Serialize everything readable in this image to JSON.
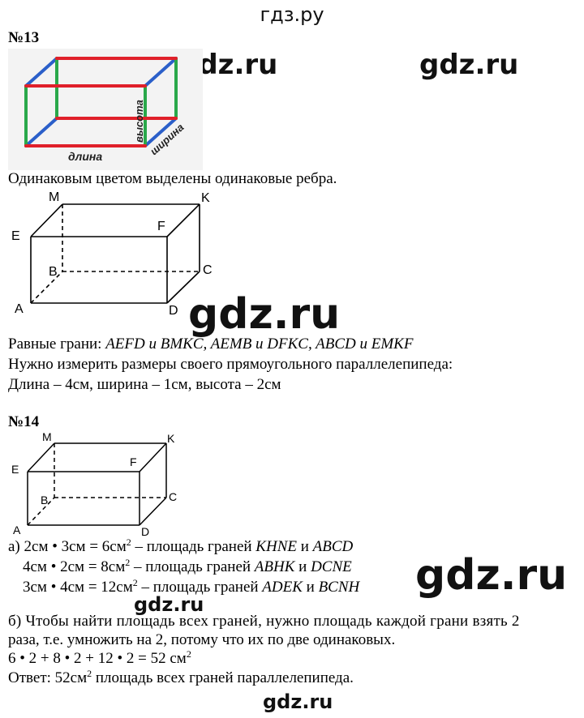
{
  "header": {
    "site": "гдз.ру"
  },
  "watermarks": [
    "gdz.ru",
    "gdz.ru",
    "gdz.ru",
    "gdz.ru",
    "gdz.ru",
    "gdz.ru"
  ],
  "task13": {
    "number": "№13",
    "box_labels": {
      "length": "длина",
      "width": "ширина",
      "height": "высота"
    },
    "edge_colors": {
      "length": "#e0202a",
      "width": "#2b5fc9",
      "height": "#2aa84a"
    },
    "colored_note": "Одинаковым цветом выделены одинаковые ребра.",
    "vertices": {
      "M": "M",
      "K": "K",
      "E": "E",
      "F": "F",
      "B": "B",
      "C": "C",
      "A": "A",
      "D": "D"
    },
    "faces_label": "Равные грани: ",
    "faces_value": "AEFD и BMKC, AEMB и DFKC, ABCD и EMKF",
    "measure_note": "Нужно измерить размеры своего прямоугольного параллелепипеда:",
    "dimensions": "Длина – 4см, ширина – 1см, высота – 2см"
  },
  "task14": {
    "number": "№14",
    "vertices": {
      "M": "M",
      "K": "K",
      "E": "E",
      "F": "F",
      "B": "B",
      "C": "C",
      "A": "A",
      "D": "D"
    },
    "lines": [
      {
        "expr": "а) 2см • 3см = 6см",
        "sup": "2",
        "rest": " – площадь граней ",
        "faces": [
          "KHNE",
          "ABCD"
        ],
        "conj": " и "
      },
      {
        "expr": "4см • 2см = 8см",
        "sup": "2",
        "rest": " – площадь граней ",
        "faces": [
          "ABHK",
          "DCNE"
        ],
        "conj": " и "
      },
      {
        "expr": "3см • 4см = 12см",
        "sup": "2",
        "rest": " – площадь граней ",
        "faces": [
          "ADEK",
          "BCNH"
        ],
        "conj": " и "
      }
    ],
    "part_b_1": "б) Чтобы найти площадь всех граней, нужно площадь каждой грани взять 2",
    "part_b_2": "раза, т.е. умножить на 2, потому что их по две одинаковых.",
    "formula": "6 • 2 + 8 • 2 + 12 • 2 = 52 см",
    "formula_sup": "2",
    "answer_prefix": "Ответ: 52см",
    "answer_sup": "2",
    "answer_rest": " площадь всех граней параллелепипеда."
  }
}
